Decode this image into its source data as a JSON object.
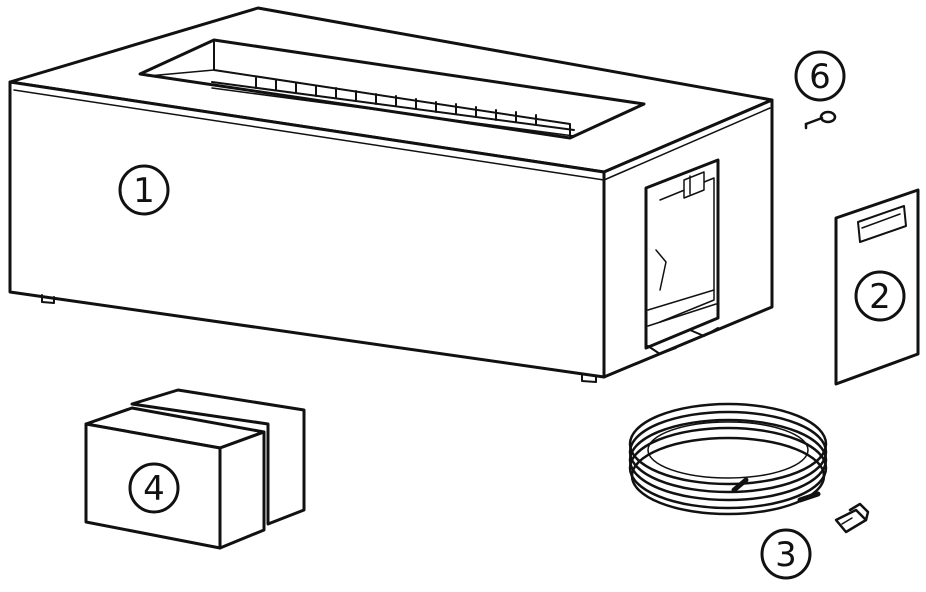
{
  "diagram": {
    "stroke": "#111111",
    "fill": "#ffffff",
    "parts": [
      {
        "id": "fire-table",
        "label": "1"
      },
      {
        "id": "access-door",
        "label": "2"
      },
      {
        "id": "hose-and-regulator",
        "label": "3"
      },
      {
        "id": "lava-rock-boxes",
        "label": "4"
      },
      {
        "id": "hardware-key",
        "label": "6"
      }
    ]
  }
}
